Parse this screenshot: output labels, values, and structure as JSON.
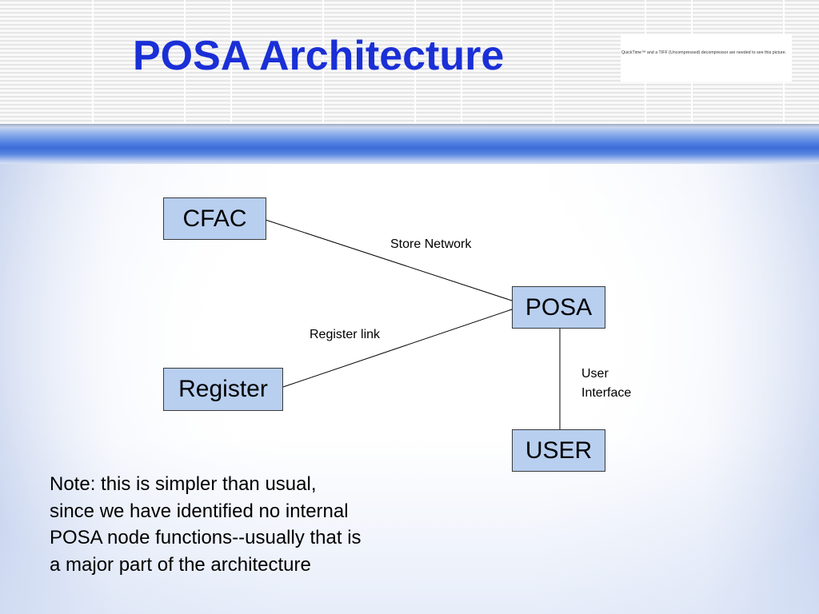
{
  "slide": {
    "title": "POSA Architecture",
    "placeholder_image_text": "QuickTime™ and a TIFF (Uncompressed) decompressor are needed to see this picture."
  },
  "diagram": {
    "nodes": {
      "cfac": "CFAC",
      "posa": "POSA",
      "register": "Register",
      "user": "USER"
    },
    "edges": {
      "store_network": "Store Network",
      "register_link": "Register link",
      "user_interface_line1": "User",
      "user_interface_line2": "Interface"
    }
  },
  "note": {
    "lines": [
      "Note: this is simpler than usual,",
      "since we have identified no internal",
      "POSA node functions--usually that is",
      "a major part of the architecture"
    ]
  },
  "colors": {
    "title": "#1a2fd6",
    "node_fill": "#b8cff0",
    "band_blue": "#3c6cd8"
  }
}
